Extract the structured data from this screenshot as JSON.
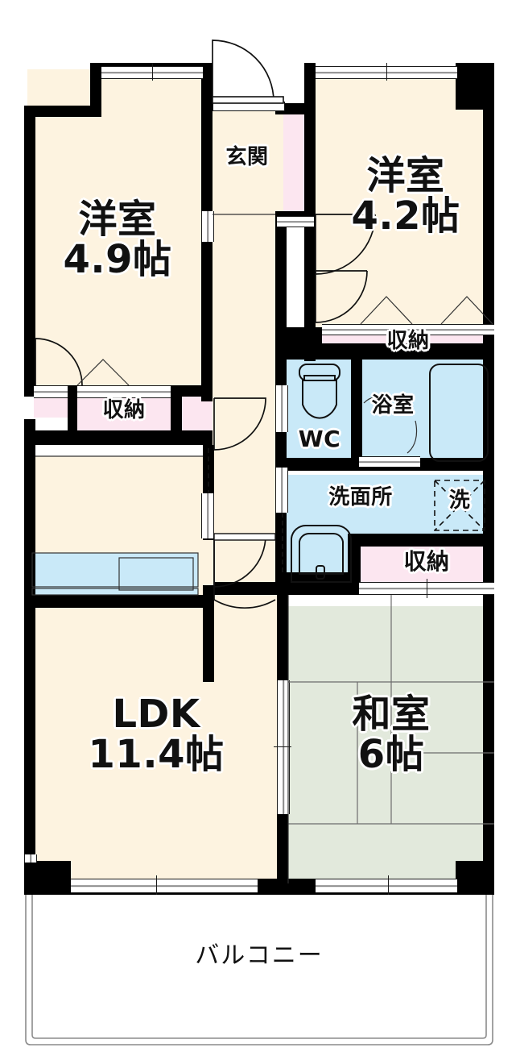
{
  "plan": {
    "type": "japanese-apartment-floorplan",
    "layout_code": "3LDK",
    "unit_of_area": "帖",
    "colors": {
      "wall": "#000000",
      "room_floor": "#fdf3e0",
      "tatami_floor": "#e2e9dc",
      "water_area": "#c9e9f8",
      "closet": "#fce6f0",
      "balcony": "#ffffff",
      "outline": "#8c8c8c"
    }
  },
  "rooms": [
    {
      "id": "western-room-1",
      "name": "洋室",
      "area": "4.9帖",
      "label_line1": "洋室",
      "label_line2": "4.9帖",
      "floor": "room"
    },
    {
      "id": "western-room-2",
      "name": "洋室",
      "area": "4.2帖",
      "label_line1": "洋室",
      "label_line2": "4.2帖",
      "floor": "room"
    },
    {
      "id": "ldk",
      "name": "LDK",
      "area": "11.4帖",
      "label_line1": "LDK",
      "label_line2": "11.4帖",
      "floor": "room"
    },
    {
      "id": "japanese-room",
      "name": "和室",
      "area": "6帖",
      "label_line1": "和室",
      "label_line2": "6帖",
      "floor": "tatami"
    }
  ],
  "spaces": [
    {
      "id": "entrance",
      "label": "玄関",
      "floor": "room"
    },
    {
      "id": "toilet",
      "label": "WC",
      "floor": "water"
    },
    {
      "id": "bathroom",
      "label": "浴室",
      "floor": "water"
    },
    {
      "id": "washroom",
      "label": "洗面所",
      "floor": "water"
    },
    {
      "id": "washer",
      "label": "洗",
      "floor": "water"
    },
    {
      "id": "balcony",
      "label": "バルコニー",
      "floor": "balcony"
    }
  ],
  "closets": [
    {
      "id": "closet-western-1",
      "label": "収納"
    },
    {
      "id": "closet-western-2",
      "label": "収納"
    },
    {
      "id": "closet-japanese",
      "label": "収納"
    },
    {
      "id": "closet-entrance",
      "label": ""
    },
    {
      "id": "closet-corridor",
      "label": ""
    },
    {
      "id": "closet-small-left",
      "label": ""
    }
  ],
  "fixtures": [
    {
      "id": "toilet-bowl",
      "name": "toilet-icon"
    },
    {
      "id": "bath-tub",
      "name": "bathtub-icon"
    },
    {
      "id": "wash-basin",
      "name": "wash-basin-icon"
    },
    {
      "id": "washer-slot",
      "name": "washing-machine-icon"
    },
    {
      "id": "kitchen-counter",
      "name": "kitchen-counter-icon"
    },
    {
      "id": "sink",
      "name": "sink-icon"
    }
  ]
}
